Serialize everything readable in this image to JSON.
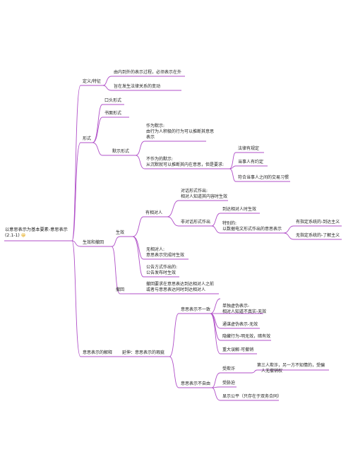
{
  "root": {
    "line1": "以意思表示为基本要素-意思表示",
    "line2": "(2.1-1)",
    "emoji": "😀"
  },
  "branches": {
    "definition": {
      "label": "定义/特征",
      "items": [
        "由内到外的表示过程，必须表示在外",
        "旨在发生法律关系的变动"
      ]
    },
    "form": {
      "label": "形式",
      "oral": "口头形式",
      "written": "书面形式",
      "implied": {
        "label": "默示形式",
        "action": [
          "作为默示:",
          "由行为人积极的行为可以推断其意思",
          "表示"
        ],
        "inaction": [
          "不作为的默示:",
          "从沉默就可以推断其内在意思，但是要求:"
        ],
        "requirements": [
          "法律有规定",
          "当事人有约定",
          "符合当事人之间的交易习惯"
        ]
      }
    },
    "effect": {
      "label": "生效和撤回",
      "effective": {
        "label": "生效",
        "with_party": {
          "label": "有相对人",
          "dialogue": [
            "对话形式作出:",
            "相对人知道其内容时生效"
          ],
          "non_dialogue": {
            "label": "非对话形式作出",
            "arrive": "到达相对人时生效",
            "special": {
              "label": [
                "特别的:",
                "以数据电文形式作出的意思表示"
              ],
              "designated": "有指定系统的-到达主义",
              "undesignated": "无指定系统的-了解主义"
            }
          }
        },
        "no_party": [
          "无相对人:",
          "意思表示完成时生效"
        ],
        "public": [
          "公告方式作出的:",
          "公告发布时生效"
        ]
      },
      "withdraw": {
        "label": "撤回",
        "text": [
          "撤回要求在意思表达到达相对人之前",
          "或者与意思表达同时到达相对人"
        ]
      }
    },
    "interpretation": {
      "label": "意思表示的解释",
      "extension": {
        "label": "延伸：意思表示的瑕疵",
        "inconsistent": {
          "label": "意思表示不一致",
          "items": [
            [
              "单独虚伪表示-",
              "相对人知道不真实-无效"
            ],
            [
              "通谋虚伪表示-无效"
            ],
            [
              "隐藏行为-明无效，暗有效"
            ],
            [
              "重大误解-可撤销"
            ]
          ]
        },
        "not_free": {
          "label": "意思表示不自由",
          "fraud": "受欺诈",
          "fraud_note": [
            "第三人欺诈，另一方不知情的，受骗",
            "人无撤销权"
          ],
          "duress": "受胁迫",
          "unfair": "显示公平（只存在于双务合同）"
        }
      }
    }
  },
  "colors": {
    "line": "#b04fc8",
    "text": "#222222",
    "emoji": "#e3a200"
  }
}
